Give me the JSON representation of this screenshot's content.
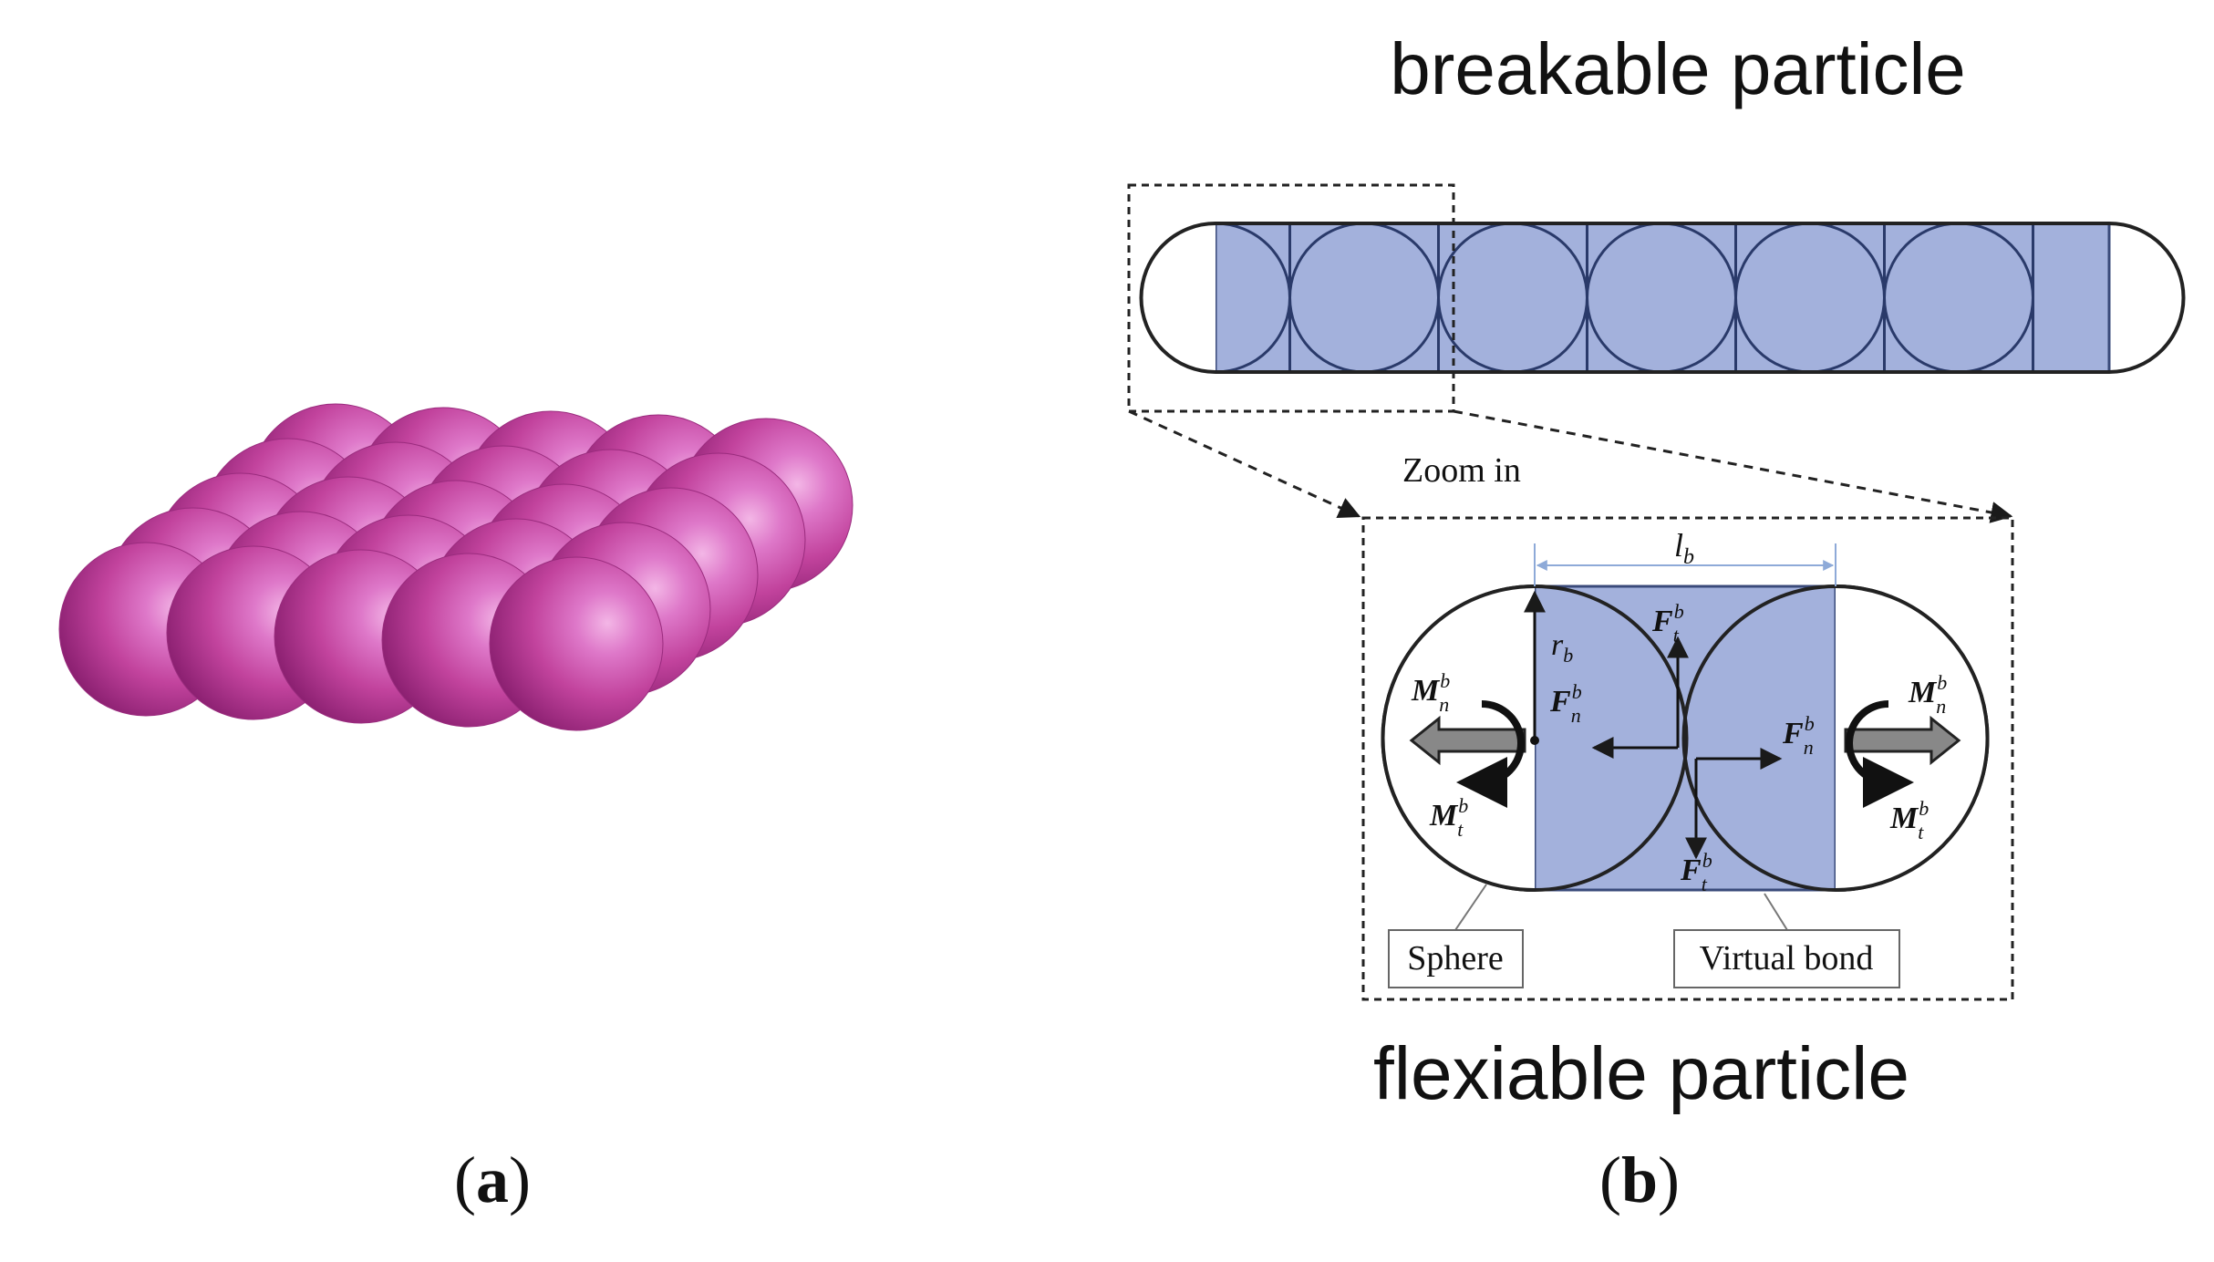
{
  "panel_b": {
    "title_top": "breakable particle",
    "title_bottom": "flexiable particle",
    "zoom_label": "Zoom in",
    "sphere_label": "Sphere",
    "bond_label": "Virtual bond",
    "lb": {
      "base": "l",
      "sub": "b"
    },
    "rb": {
      "base": "r",
      "sub": "b"
    },
    "Fn": {
      "base": "F",
      "sup": "b",
      "sub": "n"
    },
    "Ft": {
      "base": "F",
      "sup": "b",
      "sub": "t"
    },
    "Mn": {
      "base": "M",
      "sup": "b",
      "sub": "n"
    },
    "Mt": {
      "base": "M",
      "sup": "b",
      "sub": "t"
    }
  },
  "captions": {
    "a": {
      "open": "(",
      "letter": "a",
      "close": ")"
    },
    "b": {
      "open": "(",
      "letter": "b",
      "close": ")"
    }
  },
  "colors": {
    "sphere_magenta": "#c8509e",
    "bond_blue": "#a3b1dc",
    "line_dark": "#2a2a3a",
    "lb_line": "#8eaad8"
  }
}
